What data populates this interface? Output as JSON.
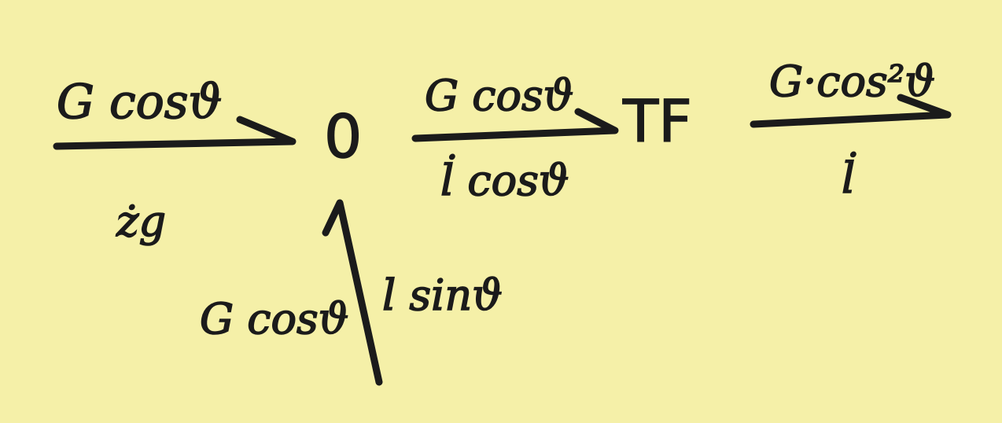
{
  "diagram": {
    "junction_node": "0",
    "transformer_node": "TF",
    "bonds": [
      {
        "id": "bond-1",
        "effort": "G cosϑ",
        "flow": "żg"
      },
      {
        "id": "bond-2",
        "effort": "G cosϑ",
        "flow": "l̇ cosϑ"
      },
      {
        "id": "bond-3",
        "effort": "G·cos²ϑ",
        "flow": "l̇"
      },
      {
        "id": "bond-4",
        "effort": "G cosϑ",
        "flow": "l sinϑ"
      }
    ]
  },
  "colors": {
    "paper": "#f5f0a8",
    "ink": "#1b1b1b"
  }
}
